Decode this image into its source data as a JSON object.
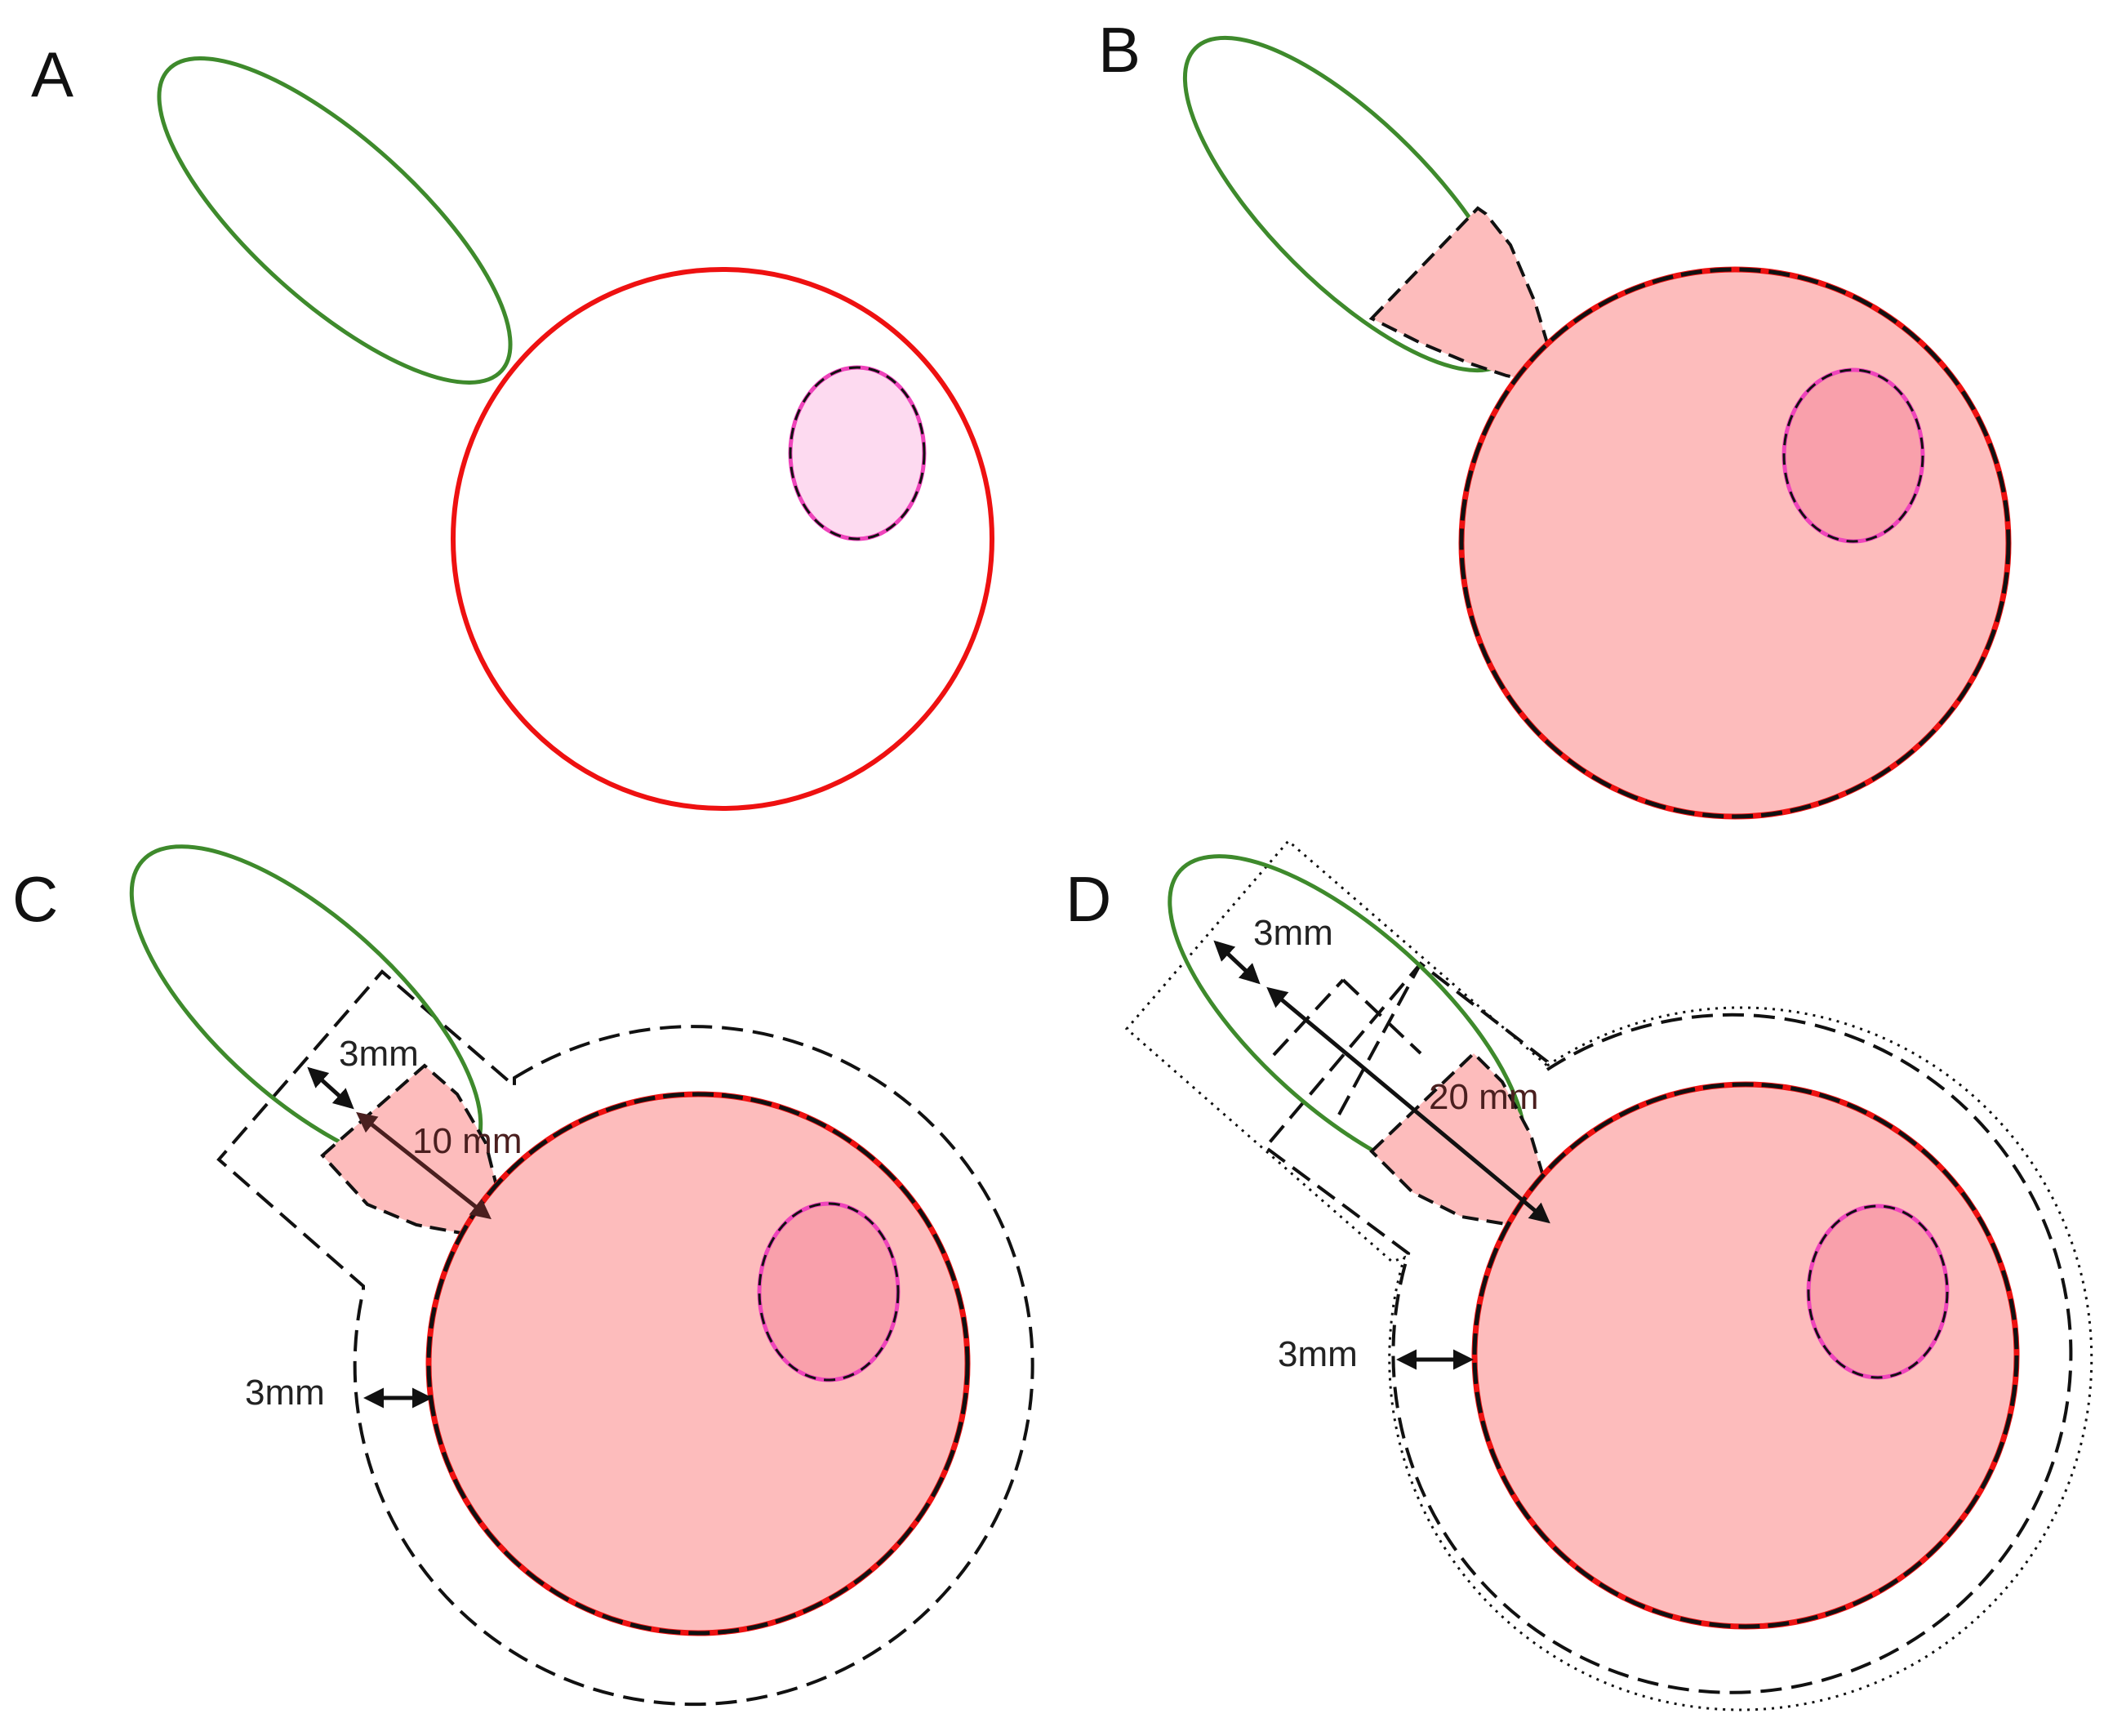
{
  "colors": {
    "bladder_outline": "#ee1111",
    "lesion_outline": "#ee44bb",
    "seminal_vesicle_outline": "#3e8a2c",
    "target_fill": "#fdbcbc",
    "lesion_fill_empty": "#fddaf0",
    "lesion_fill_target": "#f9a0ab",
    "margin_line": "#111111",
    "arrow": "#111111"
  },
  "panels": [
    {
      "id": "A",
      "letter": "A",
      "labels": []
    },
    {
      "id": "B",
      "letter": "B",
      "labels": []
    },
    {
      "id": "C",
      "letter": "C",
      "labels": [
        "3mm",
        "10 mm",
        "3mm"
      ]
    },
    {
      "id": "D",
      "letter": "D",
      "labels": [
        "3mm",
        "20 mm",
        "3mm"
      ]
    }
  ]
}
